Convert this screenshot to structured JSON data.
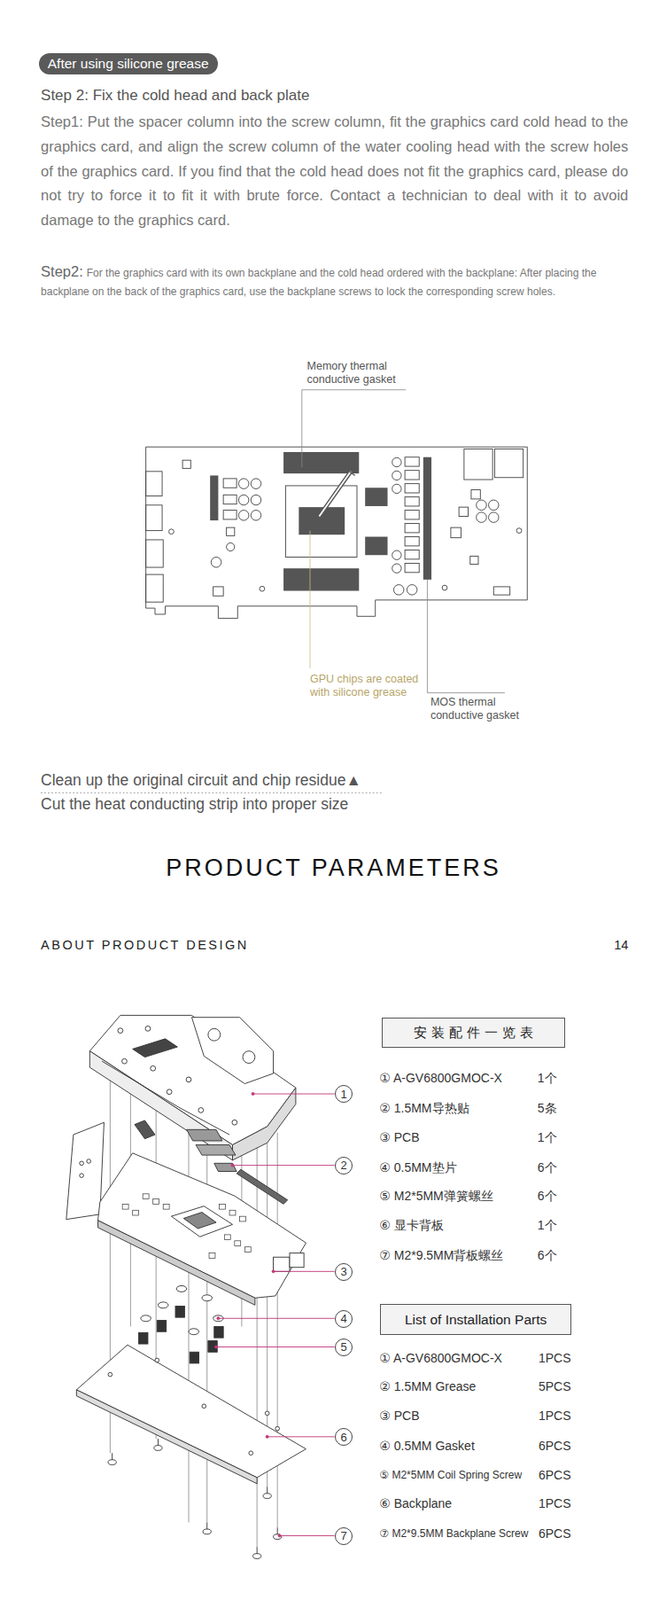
{
  "diagram": {
    "title": "PRODUCT PARAMETERS",
    "nodes": [
      {
        "text": [
          "After using silicone grease"
        ]
      },
      {
        "text": [
          "1"
        ]
      },
      {
        "text": [
          "2"
        ]
      },
      {
        "text": [
          "3"
        ]
      },
      {
        "text": [
          "4"
        ]
      },
      {
        "text": [
          "5"
        ]
      },
      {
        "text": [
          "6"
        ]
      },
      {
        "text": [
          "7"
        ]
      },
      {
        "text": [
          "安装配件一览表"
        ]
      },
      {
        "text": [
          "List of Installation Parts"
        ]
      }
    ],
    "labels": [
      "Step 2: Fix the cold head and back plate",
      "Step1: Put the spacer column into the screw column, fit the graphics card cold head to the graphics card, and align the screw column of the water cooling head with the screw holes of the graphics card. If you find that the cold head does not fit the graphics card, please do not try to force it to fit it with brute force. Contact a technician to deal with it to avoid damage to the graphics card.",
      "Step2:",
      "For the graphics card with its own backplane and the cold head ordered with the backplane: After placing the backplane on the back of the graphics card, use the backplane screws to lock the corresponding screw holes.",
      "Memory thermal conductive gasket",
      "GPU chips are coated with silicone grease",
      "MOS thermal conductive gasket",
      "Clean up the original circuit and chip residue▲",
      "Cut the heat conducting strip into proper size",
      "ABOUT PRODUCT DESIGN",
      "14",
      "① A-GV6800GMOC-X",
      "1个",
      "② 1.5MM导热贴",
      "5条",
      "③ PCB",
      "1个",
      "④ 0.5MM垫片",
      "6个",
      "⑤ M2*5MM弹簧螺丝",
      "6个",
      "⑥ 显卡背板",
      "1个",
      "⑦ M2*9.5MM背板螺丝",
      "6个",
      "① A-GV6800GMOC-X",
      "1PCS",
      "② 1.5MM Grease",
      "5PCS",
      "③ PCB",
      "1PCS",
      "④ 0.5MM Gasket",
      "6PCS",
      "⑤ M2*5MM Coil Spring Screw",
      "6PCS",
      "⑥ Backplane",
      "1PCS",
      "⑦ M2*9.5MM Backplane Screw",
      "6PCS"
    ]
  }
}
